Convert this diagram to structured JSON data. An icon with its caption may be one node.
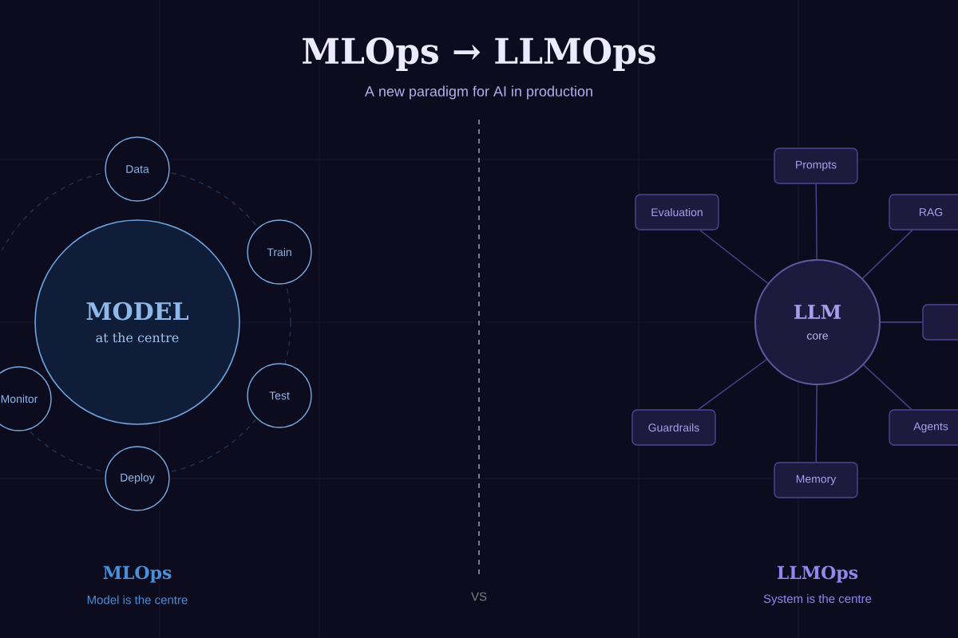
{
  "diagram": {
    "title": "MLOps → LLMOps",
    "caption": "A new paradigm for AI in production",
    "nodes": [
      {
        "text": [
          "MODEL",
          "at the centre"
        ]
      },
      {
        "text": [
          "Data"
        ]
      },
      {
        "text": [
          "Train"
        ]
      },
      {
        "text": [
          "Test"
        ]
      },
      {
        "text": [
          "Deploy"
        ]
      },
      {
        "text": [
          "Monitor"
        ]
      },
      {
        "text": [
          "LLM",
          "core"
        ]
      },
      {
        "text": [
          "Prompts"
        ]
      },
      {
        "text": [
          "Evaluation"
        ]
      },
      {
        "text": [
          "RAG"
        ]
      },
      {
        "text": [],
        "shape": "box"
      },
      {
        "text": [
          "Guardrails"
        ]
      },
      {
        "text": [
          "Agents"
        ]
      },
      {
        "text": [
          "Memory"
        ]
      }
    ],
    "edges": [
      {
        "from": 6,
        "to": 7,
        "arrow": "none"
      },
      {
        "from": 6,
        "to": 8,
        "arrow": "none"
      },
      {
        "from": 6,
        "to": 9,
        "arrow": "none"
      },
      {
        "from": 6,
        "to": 10,
        "arrow": "none"
      },
      {
        "from": 6,
        "to": 11,
        "arrow": "none"
      },
      {
        "from": 6,
        "to": 12,
        "arrow": "none"
      },
      {
        "from": 6,
        "to": 13,
        "arrow": "none"
      }
    ],
    "labels": [
      "MLOps",
      "Model is the centre",
      "VS",
      "LLMOps",
      "System is the centre"
    ]
  }
}
